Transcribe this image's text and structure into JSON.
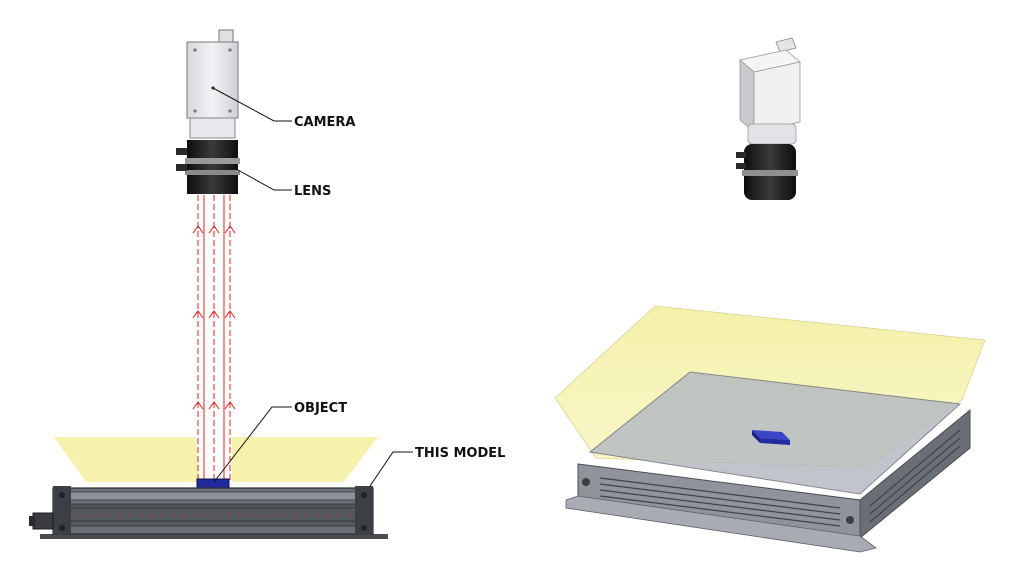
{
  "labels": {
    "camera": "CAMERA",
    "lens": "LENS",
    "object": "OBJECT",
    "this_model": "THIS MODEL"
  },
  "colors": {
    "light_fill": "#f7f3a3",
    "ray": "#e02020",
    "object": "#1f2a9c",
    "housing": "#5a5d63",
    "camera_body": "#e6e7ea",
    "lens_black": "#1b1b1b"
  },
  "icons": [
    "camera-icon",
    "lens-icon",
    "light-housing-icon",
    "object-icon"
  ]
}
